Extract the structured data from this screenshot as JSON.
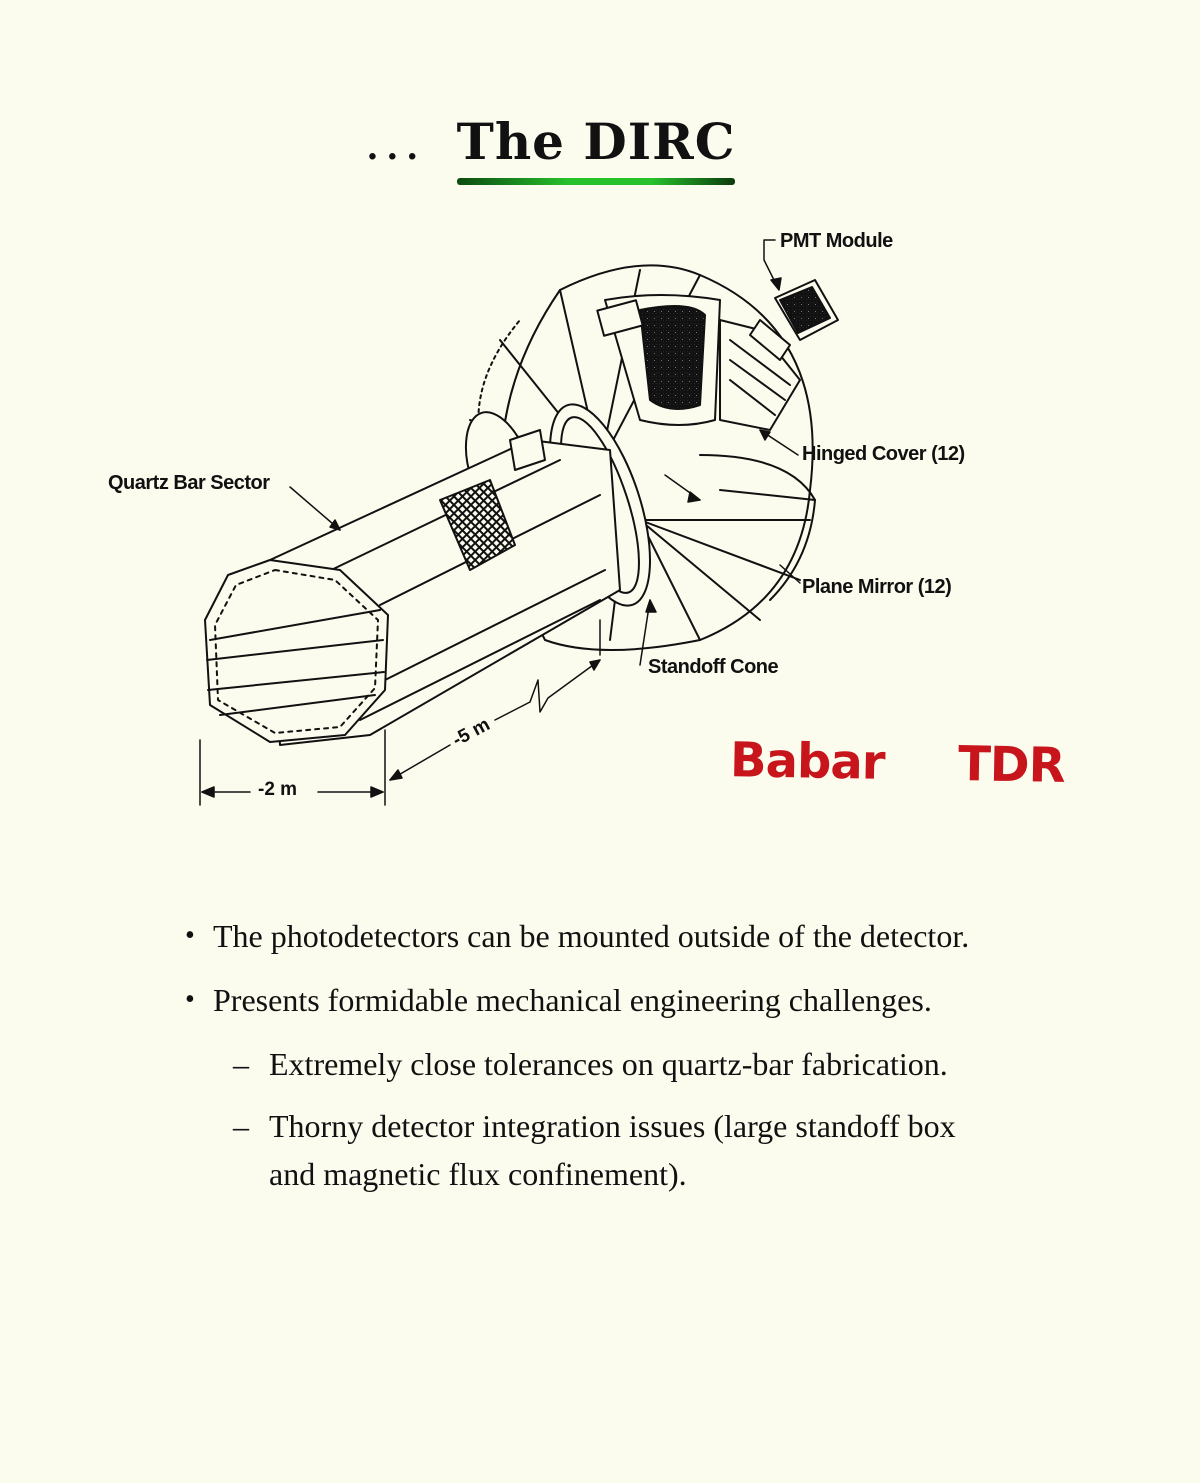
{
  "title": {
    "prefix": "...",
    "text": "The DIRC"
  },
  "diagram": {
    "labels": {
      "pmt_module": "PMT Module",
      "hinged_cover": "Hinged Cover (12)",
      "quartz_bar_sector": "Quartz Bar Sector",
      "plane_mirror": "Plane Mirror (12)",
      "standoff_cone": "Standoff Cone"
    },
    "dimensions": {
      "length": "-5 m",
      "width": "-2 m"
    }
  },
  "handwritten_note": "Babar TDR",
  "bullets": [
    {
      "marker": "•",
      "text": "The photodetectors can be mounted outside of the detector."
    },
    {
      "marker": "•",
      "text": "Presents formidable mechanical engineering challenges.",
      "subitems": [
        {
          "marker": "–",
          "text": "Extremely close tolerances on quartz-bar fabrication."
        },
        {
          "marker": "–",
          "text": "Thorny detector integration issues (large standoff box and magnetic flux confinement)."
        }
      ]
    }
  ],
  "colors": {
    "background": "#fbfbee",
    "title_underline": "#27c12c",
    "handwriting": "#c8141b"
  }
}
